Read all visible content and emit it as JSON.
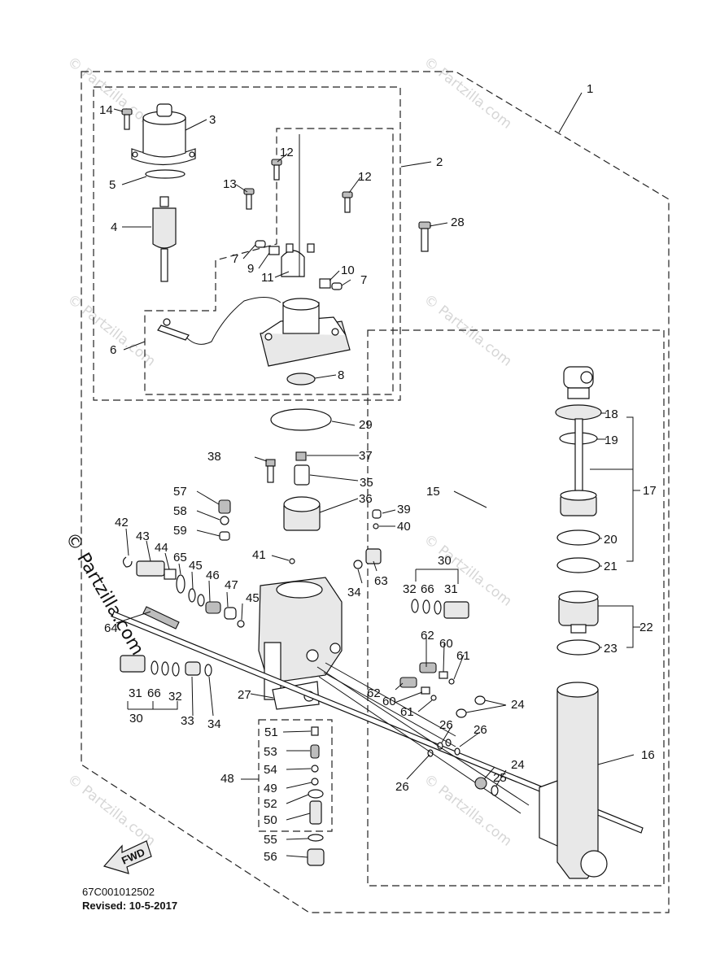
{
  "diagram": {
    "part_labels": [
      "1",
      "2",
      "3",
      "4",
      "5",
      "6",
      "7",
      "7",
      "8",
      "9",
      "10",
      "11",
      "12",
      "12",
      "13",
      "14",
      "15",
      "16",
      "17",
      "18",
      "19",
      "20",
      "21",
      "22",
      "23",
      "24",
      "24",
      "25",
      "26",
      "26",
      "26",
      "27",
      "28",
      "29",
      "30",
      "30",
      "31",
      "31",
      "32",
      "32",
      "33",
      "34",
      "34",
      "35",
      "36",
      "37",
      "38",
      "39",
      "40",
      "41",
      "42",
      "43",
      "44",
      "45",
      "45",
      "46",
      "47",
      "48",
      "49",
      "50",
      "51",
      "52",
      "53",
      "54",
      "55",
      "56",
      "57",
      "58",
      "59",
      "60",
      "60",
      "61",
      "61",
      "62",
      "62",
      "63",
      "64",
      "65",
      "66",
      "66"
    ],
    "fwd_label": "FWD",
    "code": "67C001012502",
    "revised": "Revised: 10-5-2017",
    "watermark": "© Partzilla.com",
    "watermark_large": "© Partzilla.com"
  }
}
